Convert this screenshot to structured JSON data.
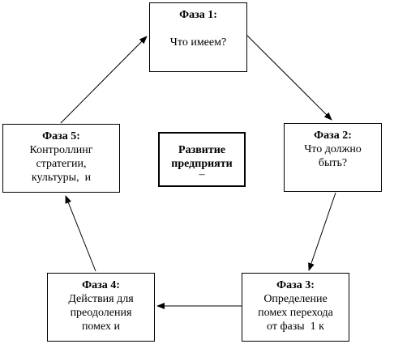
{
  "diagram": {
    "center": {
      "lines": [
        "Развитие",
        "предприяти",
        "–"
      ]
    },
    "phases": [
      {
        "title": "Фаза 1:",
        "lines": [
          "Что имеем?"
        ]
      },
      {
        "title": "Фаза 2:",
        "lines": [
          "Что должно",
          "быть?"
        ]
      },
      {
        "title": "Фаза 3:",
        "lines": [
          "Определение",
          "помех перехода",
          "от фазы  1 к"
        ]
      },
      {
        "title": "Фаза 4:",
        "lines": [
          "Действия для",
          "преодоления",
          "помех и"
        ]
      },
      {
        "title": "Фаза 5:",
        "lines": [
          "Контроллинг",
          "стратегии,",
          "культуры,  и"
        ]
      }
    ]
  }
}
